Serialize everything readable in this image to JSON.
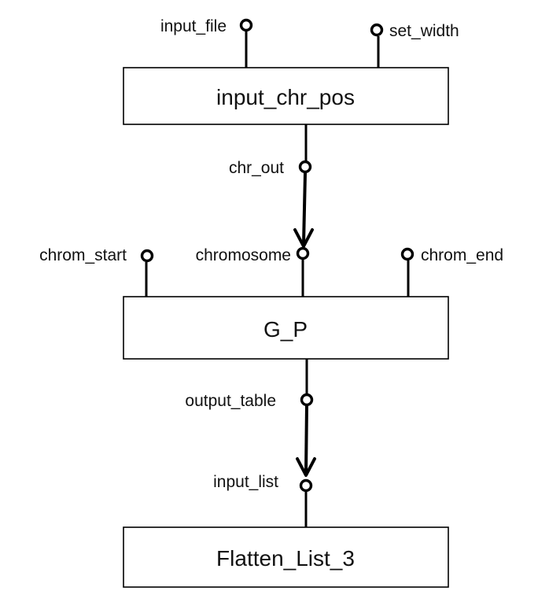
{
  "nodes": {
    "input_chr_pos": {
      "label": "input_chr_pos"
    },
    "g_p": {
      "label": "G_P"
    },
    "flatten_list_3": {
      "label": "Flatten_List_3"
    }
  },
  "ports": {
    "input_file": "input_file",
    "set_width": "set_width",
    "chr_out": "chr_out",
    "chrom_start": "chrom_start",
    "chromosome": "chromosome",
    "chrom_end": "chrom_end",
    "output_table": "output_table",
    "input_list": "input_list"
  },
  "edges": [
    {
      "from": "input_chr_pos.chr_out",
      "to": "G_P.chromosome"
    },
    {
      "from": "G_P.output_table",
      "to": "Flatten_List_3.input_list"
    }
  ]
}
